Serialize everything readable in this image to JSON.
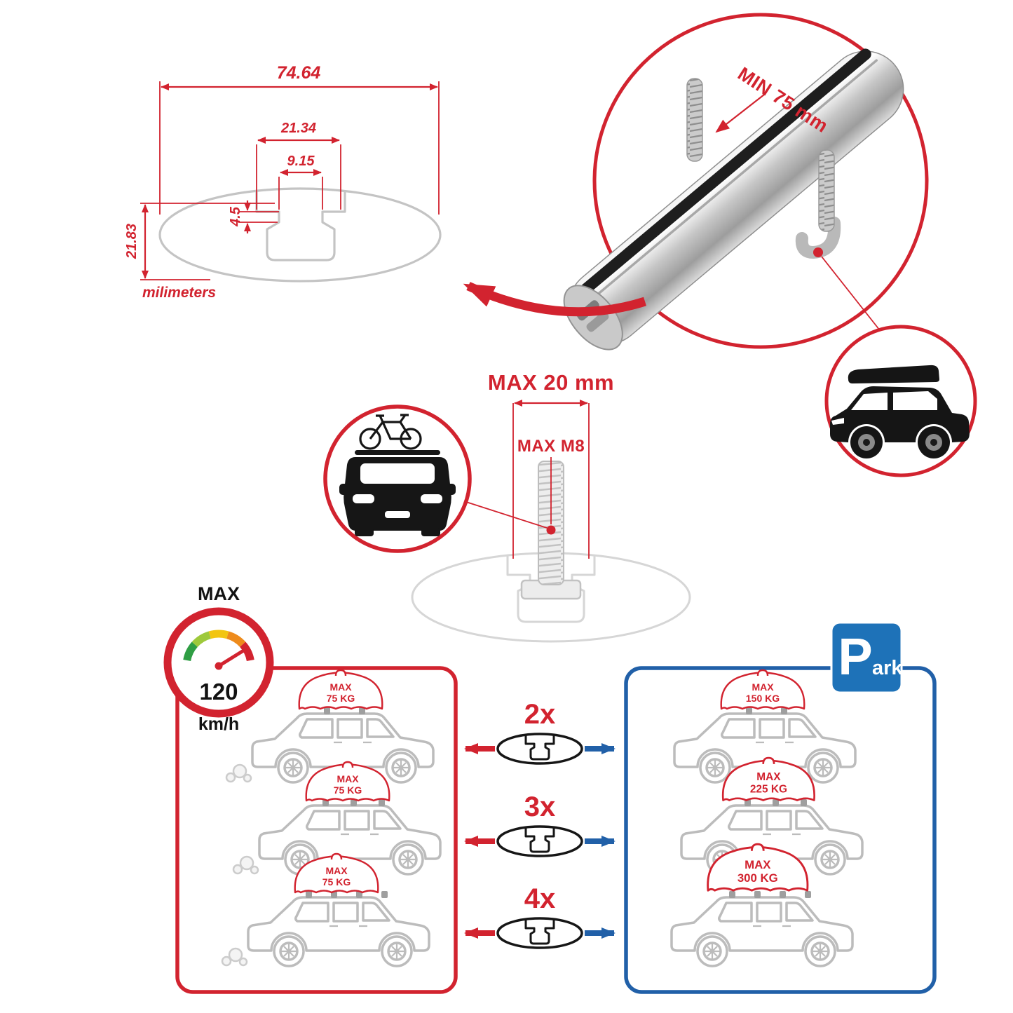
{
  "colors": {
    "red": "#d2232f",
    "blue": "#2160a8",
    "sign_blue": "#1e72b8",
    "gauge": [
      "#2f9e44",
      "#9ec93b",
      "#f2c511",
      "#ee8b1c",
      "#d2232f"
    ]
  },
  "cross_section": {
    "width_total": "74.64",
    "channel_width": "21.34",
    "slot_width": "9.15",
    "slot_depth": "4.5",
    "height": "21.83",
    "units_label": "milimeters"
  },
  "bar_detail": {
    "min_clamp_label": "MIN 75 mm"
  },
  "bolt_detail": {
    "max_width_label": "MAX 20 mm",
    "max_thread_label": "MAX M8"
  },
  "speed_badge": {
    "label": "MAX",
    "value": "120",
    "unit": "km/h"
  },
  "park_sign": {
    "big_letter": "P",
    "rest": "ark"
  },
  "left_panel": {
    "cars": [
      {
        "line1": "MAX",
        "line2": "75 KG"
      },
      {
        "line1": "MAX",
        "line2": "75 KG"
      },
      {
        "line1": "MAX",
        "line2": "75 KG"
      }
    ]
  },
  "right_panel": {
    "cars": [
      {
        "line1": "MAX",
        "line2": "150 KG"
      },
      {
        "line1": "MAX",
        "line2": "225 KG"
      },
      {
        "line1": "MAX",
        "line2": "300 KG"
      }
    ]
  },
  "multipliers": [
    {
      "label": "2x"
    },
    {
      "label": "3x"
    },
    {
      "label": "4x"
    }
  ]
}
